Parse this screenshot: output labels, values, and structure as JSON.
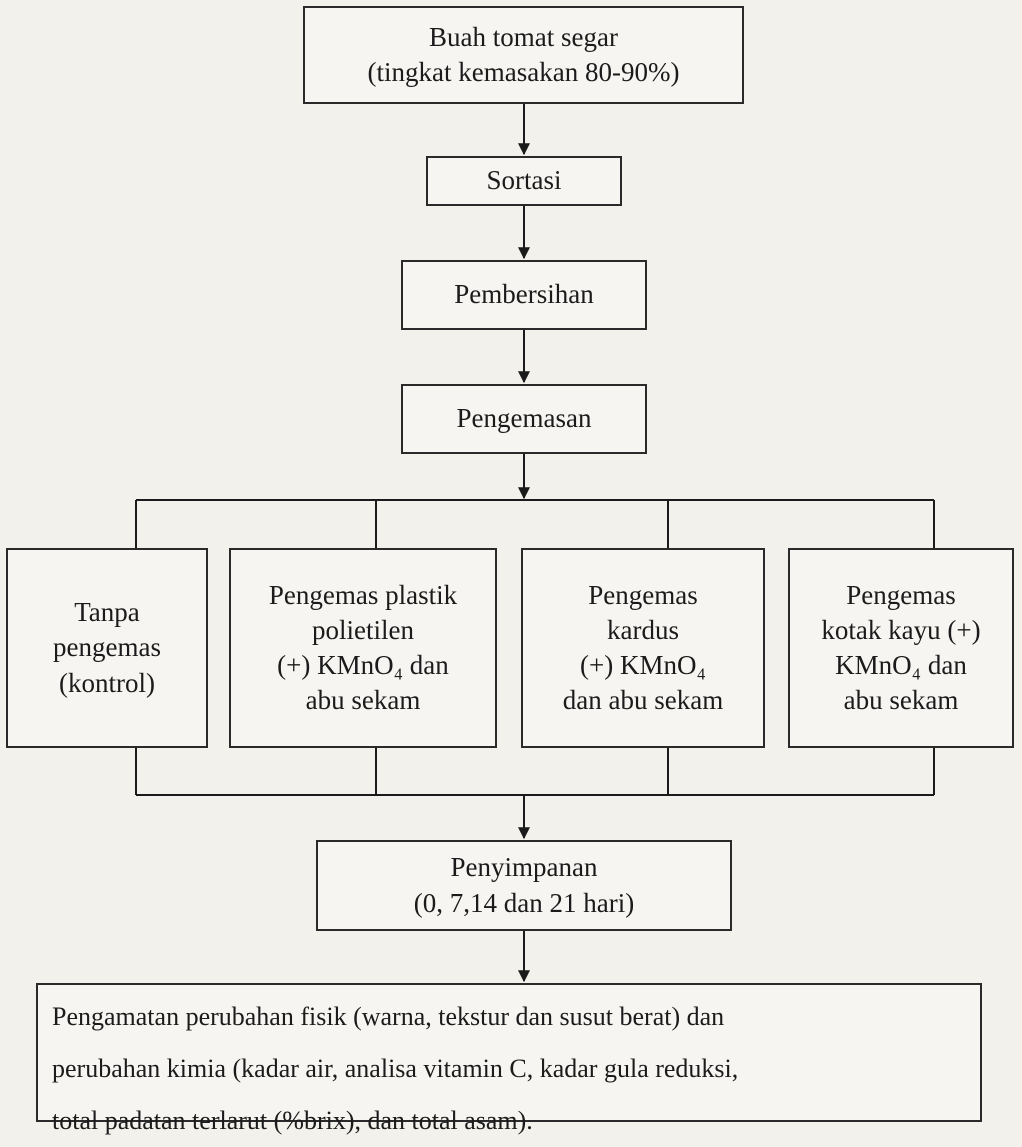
{
  "nodes": {
    "start": {
      "lines": [
        "Buah tomat segar",
        "(tingkat kemasakan 80-90%)"
      ]
    },
    "sortasi": {
      "lines": [
        "Sortasi"
      ]
    },
    "pembersihan": {
      "lines": [
        "Pembersihan"
      ]
    },
    "pengemasan": {
      "lines": [
        "Pengemasan"
      ]
    },
    "opt1": {
      "lines": [
        "Tanpa",
        "pengemas",
        "(kontrol)"
      ]
    },
    "opt2": {
      "lines": [
        "Pengemas plastik",
        "polietilen",
        "(+) KMnO₄ dan",
        "abu sekam"
      ]
    },
    "opt3": {
      "lines": [
        "Pengemas",
        "kardus",
        "(+) KMnO₄",
        "dan abu sekam"
      ]
    },
    "opt4": {
      "lines": [
        "Pengemas",
        "kotak kayu (+)",
        "KMnO₄ dan",
        "abu sekam"
      ]
    },
    "penyimpanan": {
      "lines": [
        "Penyimpanan",
        "(0, 7,14 dan 21 hari)"
      ]
    },
    "pengamatan": {
      "lines": [
        "Pengamatan perubahan fisik (warna, tekstur dan susut berat) dan",
        "perubahan kimia (kadar air, analisa vitamin C, kadar gula reduksi,",
        "total padatan terlarut (%brix), dan total asam)."
      ]
    }
  }
}
